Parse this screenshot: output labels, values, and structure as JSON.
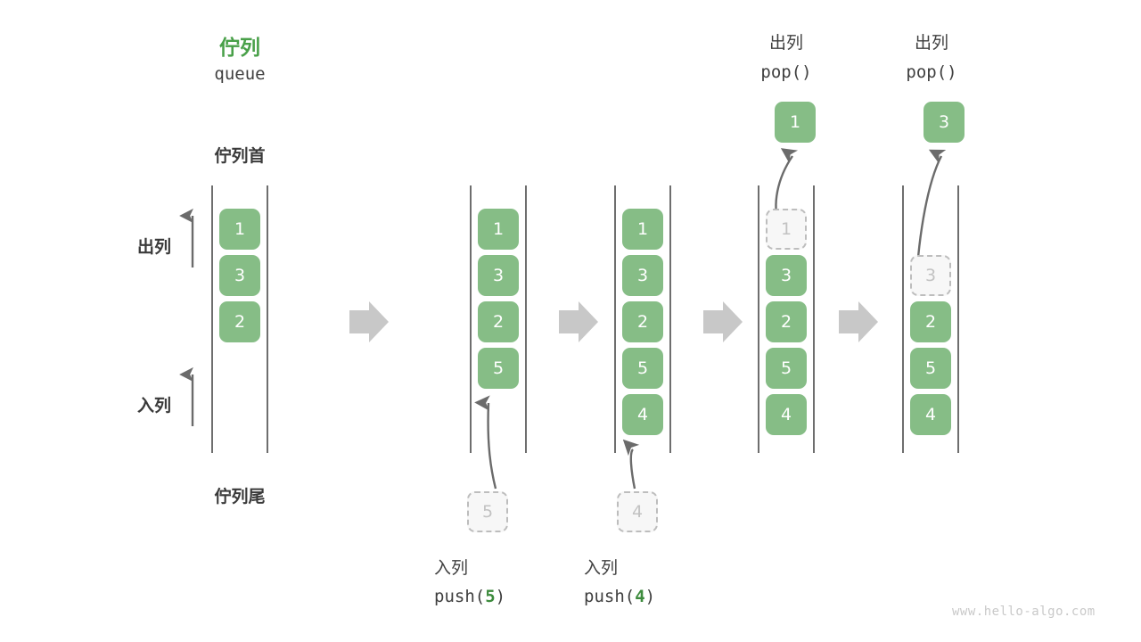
{
  "title": {
    "zh": "佇列",
    "en": "queue"
  },
  "labels": {
    "head": "佇列首",
    "tail": "佇列尾",
    "dequeue": "出列",
    "enqueue": "入列"
  },
  "watermark": "www.hello-algo.com",
  "colors": {
    "accent_green": "#49a049",
    "cell_green": "#86bd86",
    "ghost_border": "#bdbdbd",
    "ghost_fill": "#f7f7f7",
    "ghost_text": "#c2c2c2",
    "arrow_gray": "#6b6b6b",
    "step_arrow_gray": "#c8c8c8",
    "rail_gray": "#4a4a4a",
    "text_dark": "#3f3f3f"
  },
  "columns": [
    {
      "id": "state-initial",
      "cells": [
        "1",
        "3",
        "2"
      ],
      "ghost_top": null,
      "ghost_bottom": null,
      "result": null,
      "op_zh": null,
      "op_code": null,
      "op_arg": null
    },
    {
      "id": "state-after-push-5",
      "cells": [
        "1",
        "3",
        "2",
        "5"
      ],
      "ghost_top": null,
      "ghost_bottom": "5",
      "result": null,
      "op_zh": "入列",
      "op_code_prefix": "push(",
      "op_arg": "5",
      "op_code_suffix": ")"
    },
    {
      "id": "state-after-push-4",
      "cells": [
        "1",
        "3",
        "2",
        "5",
        "4"
      ],
      "ghost_top": null,
      "ghost_bottom": "4",
      "result": null,
      "op_zh": "入列",
      "op_code_prefix": "push(",
      "op_arg": "4",
      "op_code_suffix": ")"
    },
    {
      "id": "state-pop-1",
      "cells": [
        "3",
        "2",
        "5",
        "4"
      ],
      "ghost_top": "1",
      "ghost_bottom": null,
      "result": "1",
      "op_zh": "出列",
      "op_code_prefix": "pop(",
      "op_arg": "",
      "op_code_suffix": ")"
    },
    {
      "id": "state-pop-3",
      "cells": [
        "2",
        "5",
        "4"
      ],
      "ghost_top": "3",
      "ghost_bottom": null,
      "result": "3",
      "op_zh": "出列",
      "op_code_prefix": "pop(",
      "op_arg": "",
      "op_code_suffix": ")"
    }
  ],
  "step_arrows": 4
}
